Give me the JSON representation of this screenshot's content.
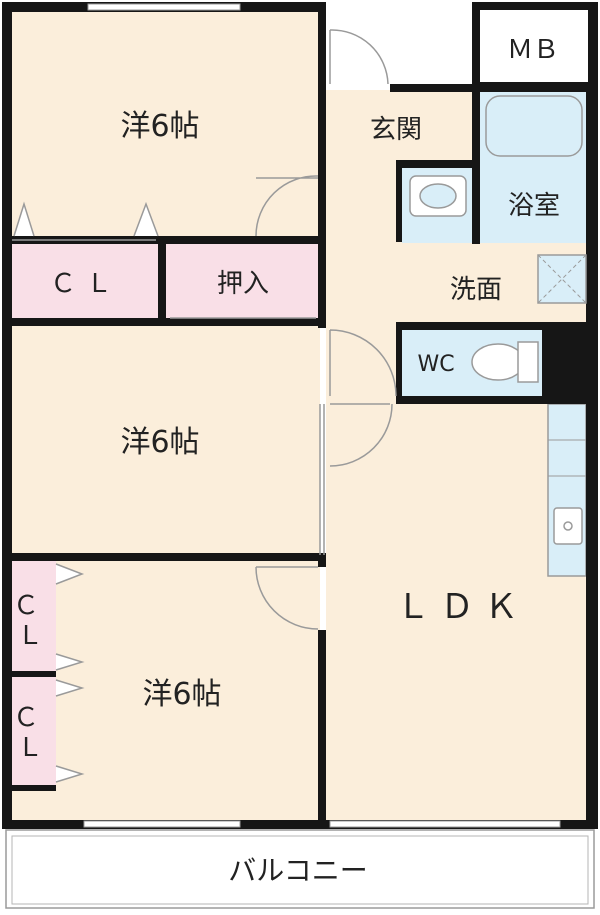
{
  "colors": {
    "floor": "#fbeedb",
    "closet": "#f9dfe7",
    "wet": "#d9eef8",
    "wall": "#161616",
    "balcony": "#ffffff"
  },
  "rooms": {
    "bedroom_top": "洋6帖",
    "bedroom_middle": "洋6帖",
    "bedroom_bottom": "洋6帖",
    "closet_top": "ＣＬ",
    "closet_bottom_1": "Ｃ\nＬ",
    "closet_bottom_2": "Ｃ\nＬ",
    "oshiire": "押入",
    "genkan": "玄関",
    "bath": "浴室",
    "washroom": "洗面",
    "toilet": "WC",
    "ldk": "ＬＤＫ",
    "meter_box": "ＭＢ",
    "balcony": "バルコニー"
  }
}
